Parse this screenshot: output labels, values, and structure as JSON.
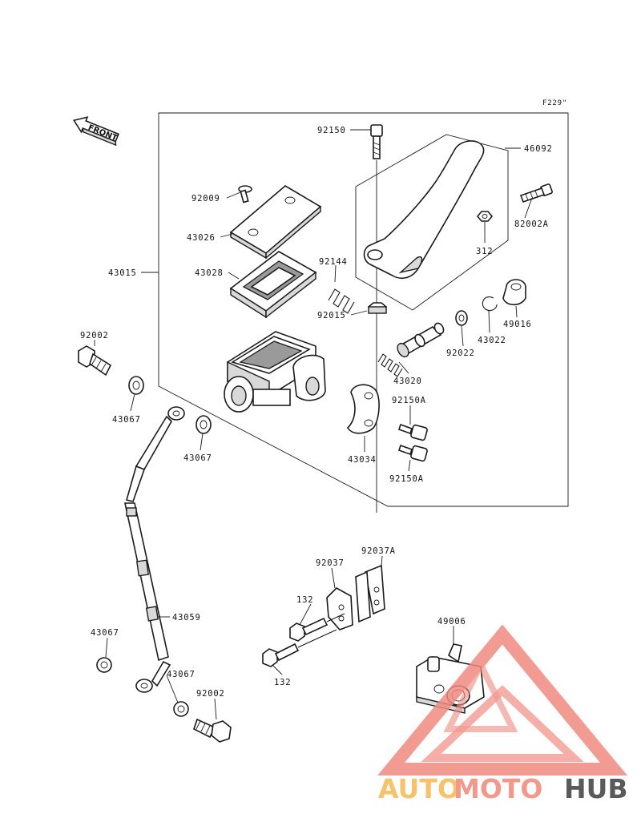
{
  "diagram_code": "F229\"",
  "front_label": "FRONT",
  "parts": {
    "p92150": "92150",
    "p46092": "46092",
    "p92009": "92009",
    "p43026": "43026",
    "p82002A": "82002A",
    "p43028": "43028",
    "p92144": "92144",
    "p43015": "43015",
    "p312": "312",
    "p92015": "92015",
    "p92022": "92022",
    "p43022": "43022",
    "p49016": "49016",
    "p43020": "43020",
    "p92002_top": "92002",
    "p43067_a": "43067",
    "p92150A_a": "92150A",
    "p43067_b": "43067",
    "p43034": "43034",
    "p92150A_b": "92150A",
    "p92037A": "92037A",
    "p92037": "92037",
    "p132_a": "132",
    "p43059": "43059",
    "p49006": "49006",
    "p43067_c": "43067",
    "p43067_d": "43067",
    "p92002_bot": "92002",
    "p132_b": "132"
  },
  "watermark": {
    "auto": "AUTO",
    "moto": "MOTO",
    "hub": "HUB",
    "colors": {
      "auto": "#f6c26b",
      "moto": "#f2998c",
      "hub": "#5a5a5a",
      "triangle": "#f08a80"
    }
  }
}
